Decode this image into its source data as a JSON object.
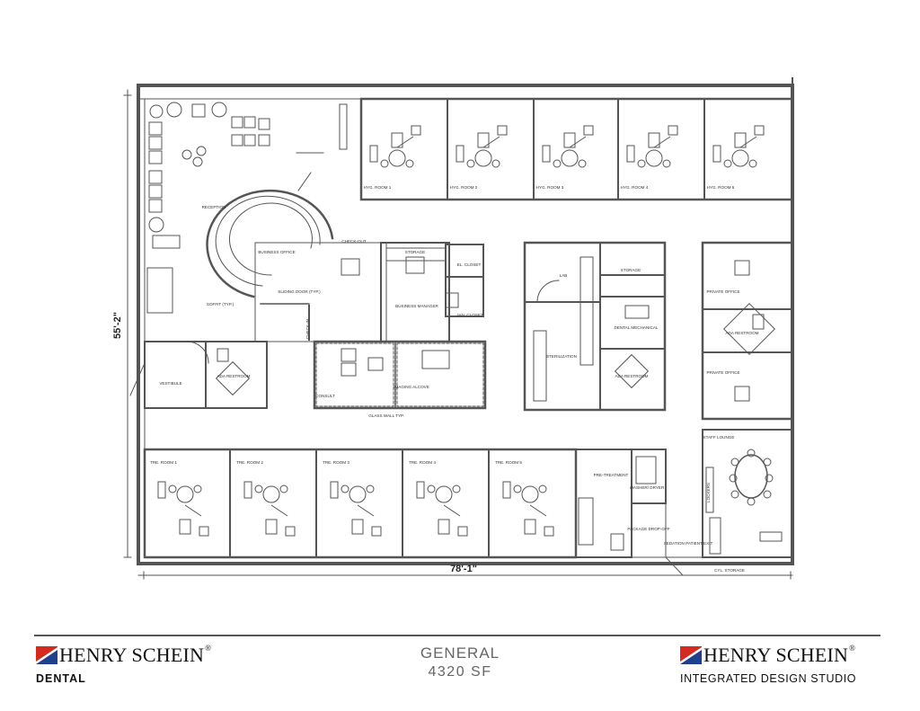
{
  "plan": {
    "dimensions": {
      "width": "78'-1\"",
      "height": "55'-2\""
    },
    "room_labels": {
      "reception": "RECEPTION",
      "business_office": "BUSINESS OFFICE",
      "check_out": "CHECK-OUT",
      "sliding_door": "SLIDING DOOR (TYP.)",
      "soffit": "SOFFIT (TYP.)",
      "storage_front": "STORAGE",
      "el_closet": "EL. CLOSET",
      "jan_closet": "JAN. CLOSET",
      "business_manager": "BUSINESS MANAGER",
      "check_in": "CHECK-IN",
      "consult": "CONSULT",
      "imaging_alcove": "IMAGING ALCOVE",
      "glass_wall": "GLASS WALL TYP.",
      "vestibule": "VESTIBULE",
      "ada_restroom_left": "ADA RESTROOM",
      "lab": "LAB",
      "storage_mid": "STORAGE",
      "dental_mechanical": "DENTAL MECHANICAL",
      "sterilization": "STERILIZATION",
      "ada_restroom_mid": "ADA RESTROOM",
      "private_office_1": "PRIVATE OFFICE",
      "ada_restroom_right": "ADA RESTROOM",
      "private_office_2": "PRIVATE OFFICE",
      "staff_lounge": "STAFF LOUNGE",
      "lockers": "LOCKERS",
      "pre_treatment": "PRE-TREATMENT",
      "washer_dryer": "WASHER/ DRYER",
      "package_drop_off": "PACKAGE DROP-OFF",
      "sedation_patient_exit": "SEDATION PATIENT EXIT",
      "cyl_storage": "CYL. STORAGE"
    },
    "hyg_rooms": [
      "HYG. ROOM 1",
      "HYG. ROOM 2",
      "HYG. ROOM 3",
      "HYG. ROOM 4",
      "HYG. ROOM 5"
    ],
    "tre_rooms": [
      "TRE. ROOM 1",
      "TRE. ROOM 2",
      "TRE. ROOM 3",
      "TRE. ROOM 4",
      "TRE. ROOM 5"
    ]
  },
  "footer": {
    "left_brand": "HENRY SCHEIN",
    "left_sub": "DENTAL",
    "title": "GENERAL",
    "area": "4320  SF",
    "right_brand": "HENRY SCHEIN",
    "right_sub": "INTEGRATED DESIGN STUDIO",
    "registered": "®",
    "colors": {
      "red": "#d52b1e",
      "blue": "#1f3f8f",
      "wall": "#555555"
    }
  }
}
